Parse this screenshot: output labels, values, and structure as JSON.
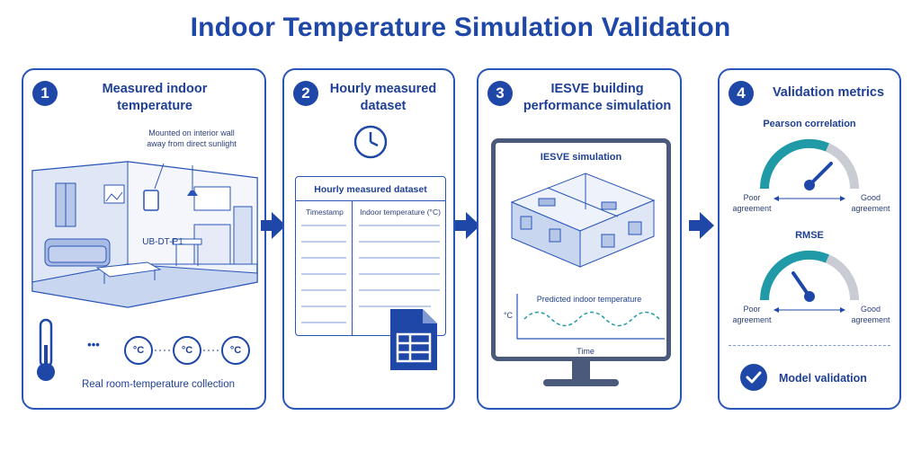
{
  "title": "Indoor Temperature Simulation Validation",
  "panels": [
    {
      "number": "1",
      "title": "Measured indoor temperature"
    },
    {
      "number": "2",
      "title": "Hourly measured dataset"
    },
    {
      "number": "3",
      "title": "IESVE building performance simulation"
    },
    {
      "number": "4",
      "title": "Validation metrics"
    }
  ],
  "panel1": {
    "mount_note_line1": "Mounted on interior wall",
    "mount_note_line2": "away from direct sunlight",
    "sensor_id": "UB-DT-P1",
    "dots": "•••",
    "dots_mid": "···",
    "temp_unit": "°C",
    "caption": "Real room-temperature collection"
  },
  "panel2": {
    "table_title": "Hourly measured dataset",
    "col1": "Timestamp",
    "col2": "Indoor temperature (°C)"
  },
  "panel3": {
    "screen_title": "IESVE simulation",
    "chart_title": "Predicted indoor temperature",
    "y_unit": "°C",
    "x_label": "Time"
  },
  "panel4": {
    "metric1": "Pearson correlation",
    "metric2": "RMSE",
    "poor": "Poor",
    "agreement": "agreement",
    "good": "Good",
    "validation": "Model validation"
  },
  "colors": {
    "primary": "#1e47a8",
    "teal": "#1f9aa6",
    "gray": "#c9ccd3"
  }
}
